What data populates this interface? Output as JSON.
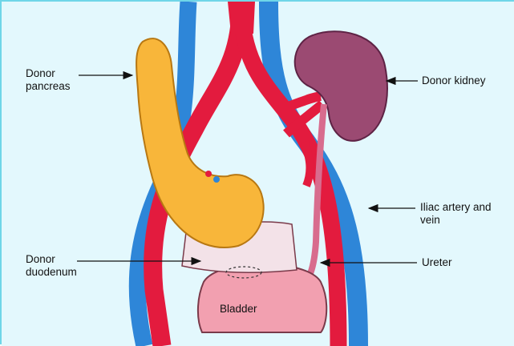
{
  "colors": {
    "background": "#e3f8fd",
    "artery": "#e31b3e",
    "vein": "#2e86d8",
    "pancreas": "#f8b63a",
    "kidney": "#9b4a72",
    "bladder": "#f2a0b0",
    "duodenum": "#f3e2e8",
    "ureter": "#d86c8e"
  },
  "labels": {
    "donor_pancreas": "Donor\npancreas",
    "donor_kidney": "Donor kidney",
    "iliac": "Iliac artery and\nvein",
    "donor_duodenum": "Donor\nduodenum",
    "ureter": "Ureter",
    "bladder": "Bladder"
  },
  "icons": [
    "pancreas-shape",
    "kidney-shape",
    "bladder-shape",
    "duodenum-shape",
    "artery-shape",
    "vein-shape",
    "arrow-icon"
  ]
}
